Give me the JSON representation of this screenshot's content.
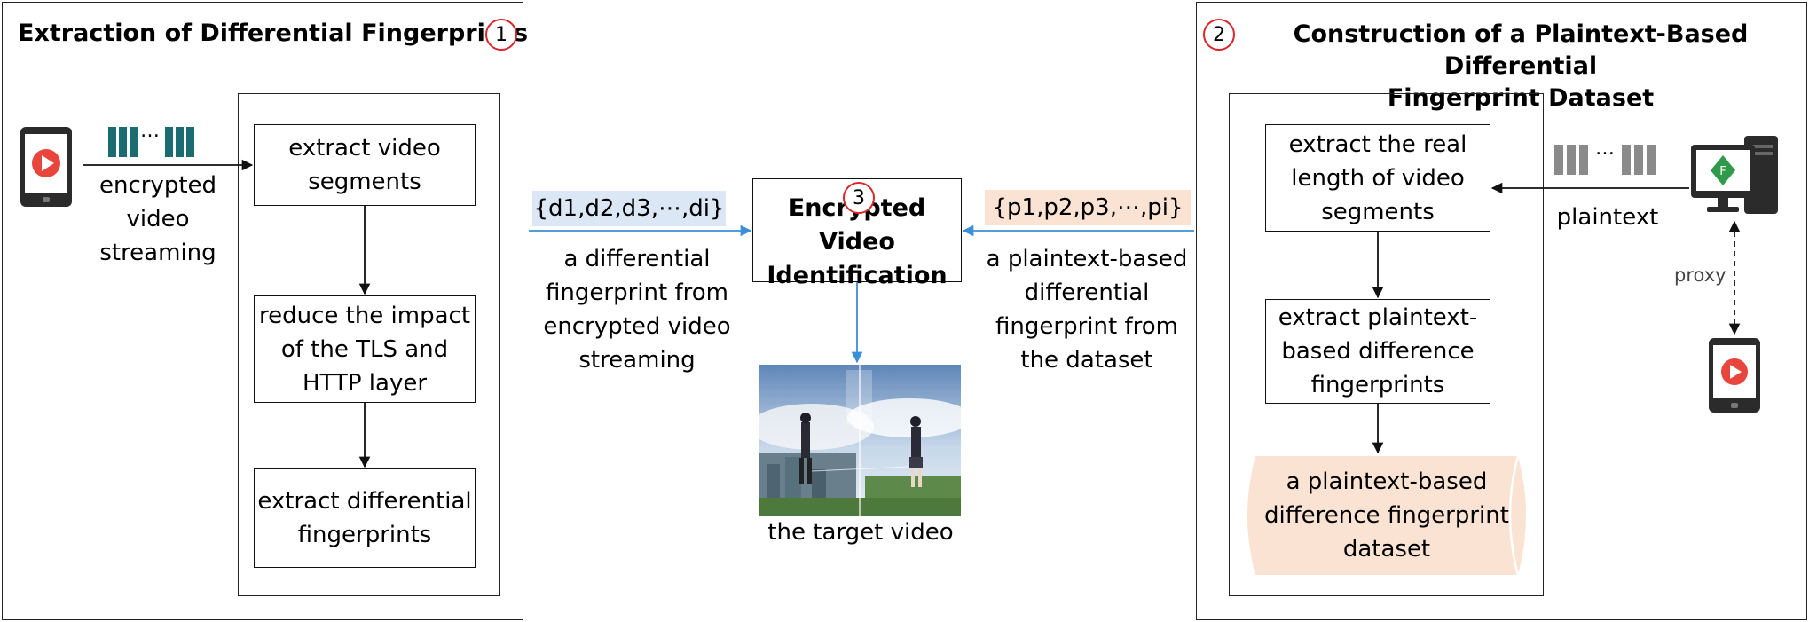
{
  "panels": {
    "left": {
      "title": "Extraction of Differential Fingerprints",
      "step": "1",
      "source_label": "encrypted\nvideo\nstreaming",
      "ellipsis": "…",
      "boxes": [
        "extract video\nsegments",
        "reduce the impact\nof the TLS and\nHTTP layer",
        "extract differential\nfingerprints"
      ]
    },
    "center": {
      "step": "3",
      "title": "Encrypted Video\nIdentification",
      "left_sequence": "{d1,d2,d3,⋯,di}",
      "left_caption": "a differential\nfingerprint from\nencrypted video\nstreaming",
      "right_sequence": "{p1,p2,p3,⋯,pi}",
      "right_caption": "a  plaintext-based\ndifferential\nfingerprint from\nthe dataset",
      "image_caption": "the target video"
    },
    "right": {
      "step": "2",
      "title": "Construction of a Plaintext-Based Differential\nFingerprint Dataset",
      "boxes": [
        "extract the real\nlength of video\nsegments",
        "extract plaintext-\nbased difference\nfingerprints"
      ],
      "dataset_label": "a plaintext-based\ndifference fingerprint\ndataset",
      "plaintext_label": "plaintext",
      "proxy_label": "proxy",
      "ellipsis": "…"
    }
  },
  "colors": {
    "teal_packet": "#1b6b73",
    "gray_packet": "#8a8a8a",
    "blue_arrow": "#3a8fd6",
    "accent_red": "#d9262b",
    "dataset_fill": "#fae3d3",
    "blue_tag": "#dbe7f5"
  },
  "icons": [
    "phone-play-icon",
    "computer-server-icon",
    "video-poster-image"
  ]
}
